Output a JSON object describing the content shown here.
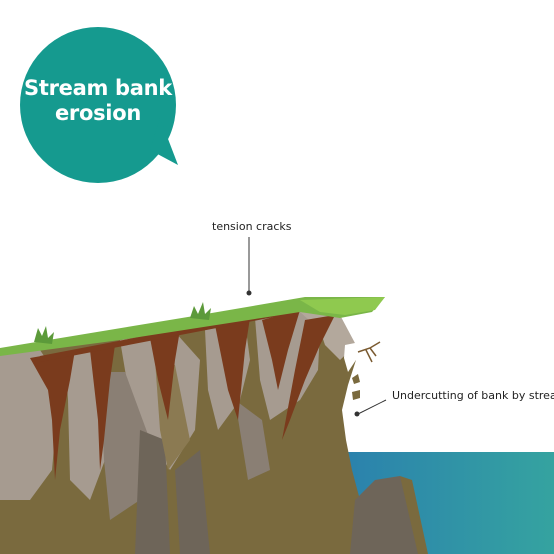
{
  "badge": {
    "title_line1": "Stream bank",
    "title_line2": "erosion",
    "color": "#159a8f"
  },
  "labels": {
    "tension_cracks": "tension cracks",
    "undercutting": "Undercutting of bank by stream"
  },
  "colors": {
    "grass": "#7ab648",
    "rock_light": "#a69b90",
    "soil": "#7a6a3e",
    "crack": "#7a3b1d",
    "water_left": "#2a7fae",
    "water_right": "#35a3a0"
  }
}
